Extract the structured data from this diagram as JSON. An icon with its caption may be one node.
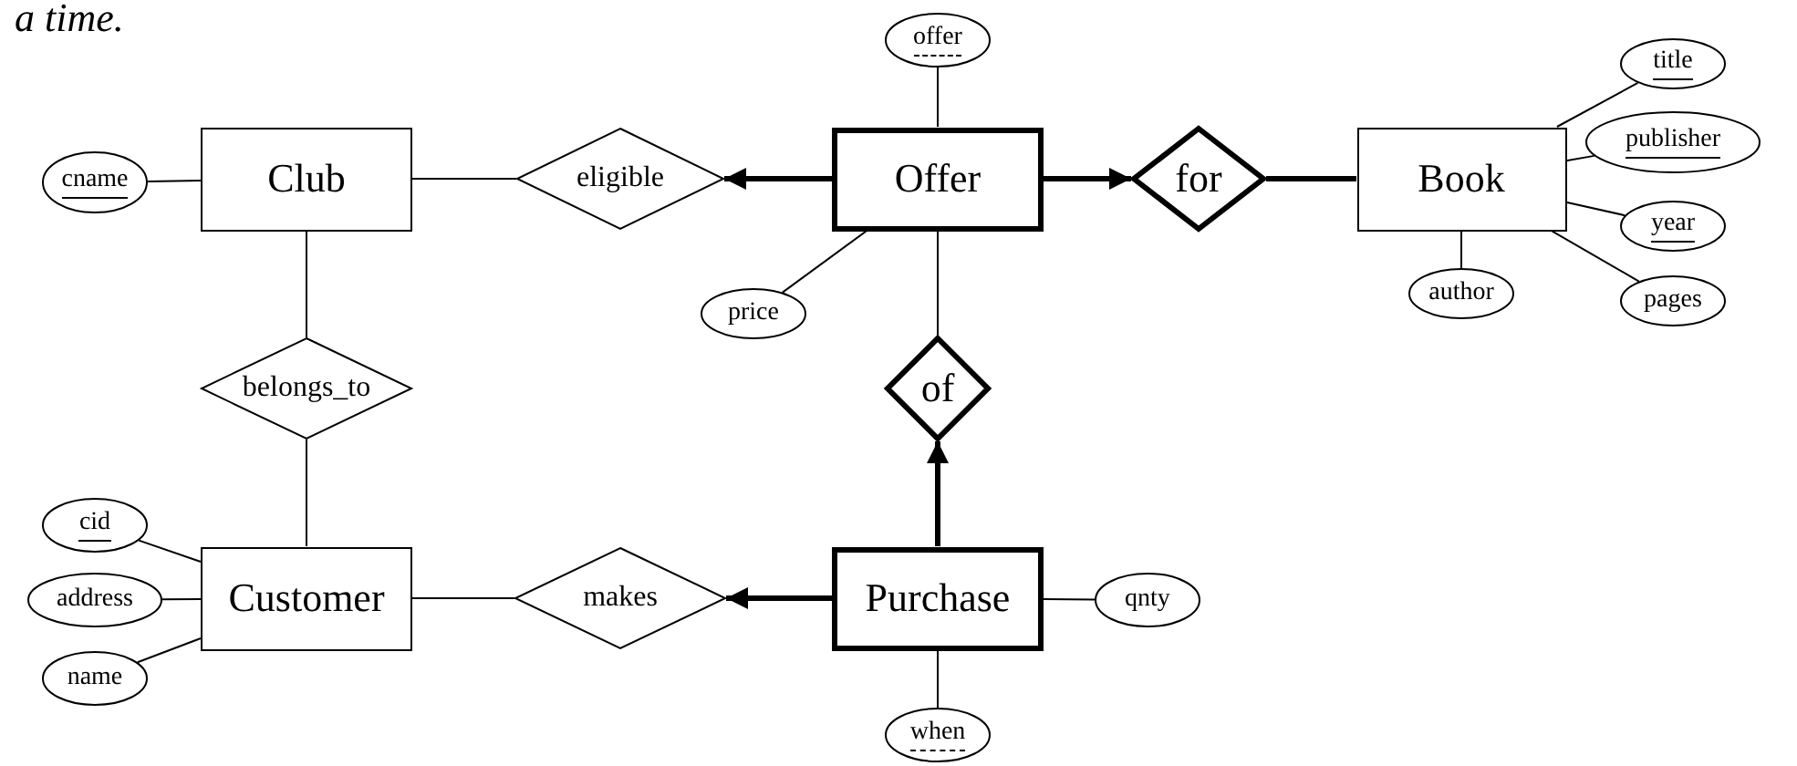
{
  "diagram": {
    "nodes": [
      {
        "text": [
          "cname"
        ]
      },
      {
        "text": [
          "Club"
        ]
      },
      {
        "text": [
          "eligible"
        ]
      },
      {
        "text": [
          "offer"
        ]
      },
      {
        "text": [
          "Offer"
        ]
      },
      {
        "text": [
          "price"
        ]
      },
      {
        "text": [
          "for"
        ]
      },
      {
        "text": [
          "Book"
        ]
      },
      {
        "text": [
          "title"
        ]
      },
      {
        "text": [
          "publisher"
        ]
      },
      {
        "text": [
          "year"
        ]
      },
      {
        "text": [
          "pages"
        ]
      },
      {
        "text": [
          "author"
        ]
      },
      {
        "text": [
          "belongs_to"
        ]
      },
      {
        "text": [
          "of"
        ]
      },
      {
        "text": [
          "cid"
        ]
      },
      {
        "text": [
          "address"
        ]
      },
      {
        "text": [
          "name"
        ]
      },
      {
        "text": [
          "Customer"
        ]
      },
      {
        "text": [
          "makes"
        ]
      },
      {
        "text": [
          "Purchase"
        ]
      },
      {
        "text": [
          "qnty"
        ]
      },
      {
        "text": [
          "when"
        ]
      }
    ],
    "edges": [
      {
        "from": 0,
        "to": 1,
        "arrow": "none"
      },
      {
        "from": 1,
        "to": 2,
        "arrow": "none"
      },
      {
        "from": 4,
        "to": 2,
        "arrow": "to",
        "style": "thick"
      },
      {
        "from": 3,
        "to": 4,
        "arrow": "none"
      },
      {
        "from": 5,
        "to": 4,
        "arrow": "none"
      },
      {
        "from": 4,
        "to": 6,
        "arrow": "to",
        "style": "thick"
      },
      {
        "from": 6,
        "to": 7,
        "arrow": "none",
        "style": "thick"
      },
      {
        "from": 7,
        "to": 8,
        "arrow": "none"
      },
      {
        "from": 7,
        "to": 9,
        "arrow": "none"
      },
      {
        "from": 7,
        "to": 10,
        "arrow": "none"
      },
      {
        "from": 7,
        "to": 11,
        "arrow": "none"
      },
      {
        "from": 7,
        "to": 12,
        "arrow": "none"
      },
      {
        "from": 1,
        "to": 13,
        "arrow": "none"
      },
      {
        "from": 4,
        "to": 14,
        "arrow": "none"
      },
      {
        "from": 13,
        "to": 18,
        "arrow": "none"
      },
      {
        "from": 20,
        "to": 14,
        "arrow": "to",
        "style": "thick"
      },
      {
        "from": 15,
        "to": 18,
        "arrow": "none"
      },
      {
        "from": 16,
        "to": 18,
        "arrow": "none"
      },
      {
        "from": 17,
        "to": 18,
        "arrow": "none"
      },
      {
        "from": 18,
        "to": 19,
        "arrow": "none"
      },
      {
        "from": 20,
        "to": 19,
        "arrow": "to",
        "style": "thick"
      },
      {
        "from": 20,
        "to": 21,
        "arrow": "none"
      },
      {
        "from": 20,
        "to": 22,
        "arrow": "none"
      }
    ],
    "labels": [
      "a time."
    ]
  }
}
